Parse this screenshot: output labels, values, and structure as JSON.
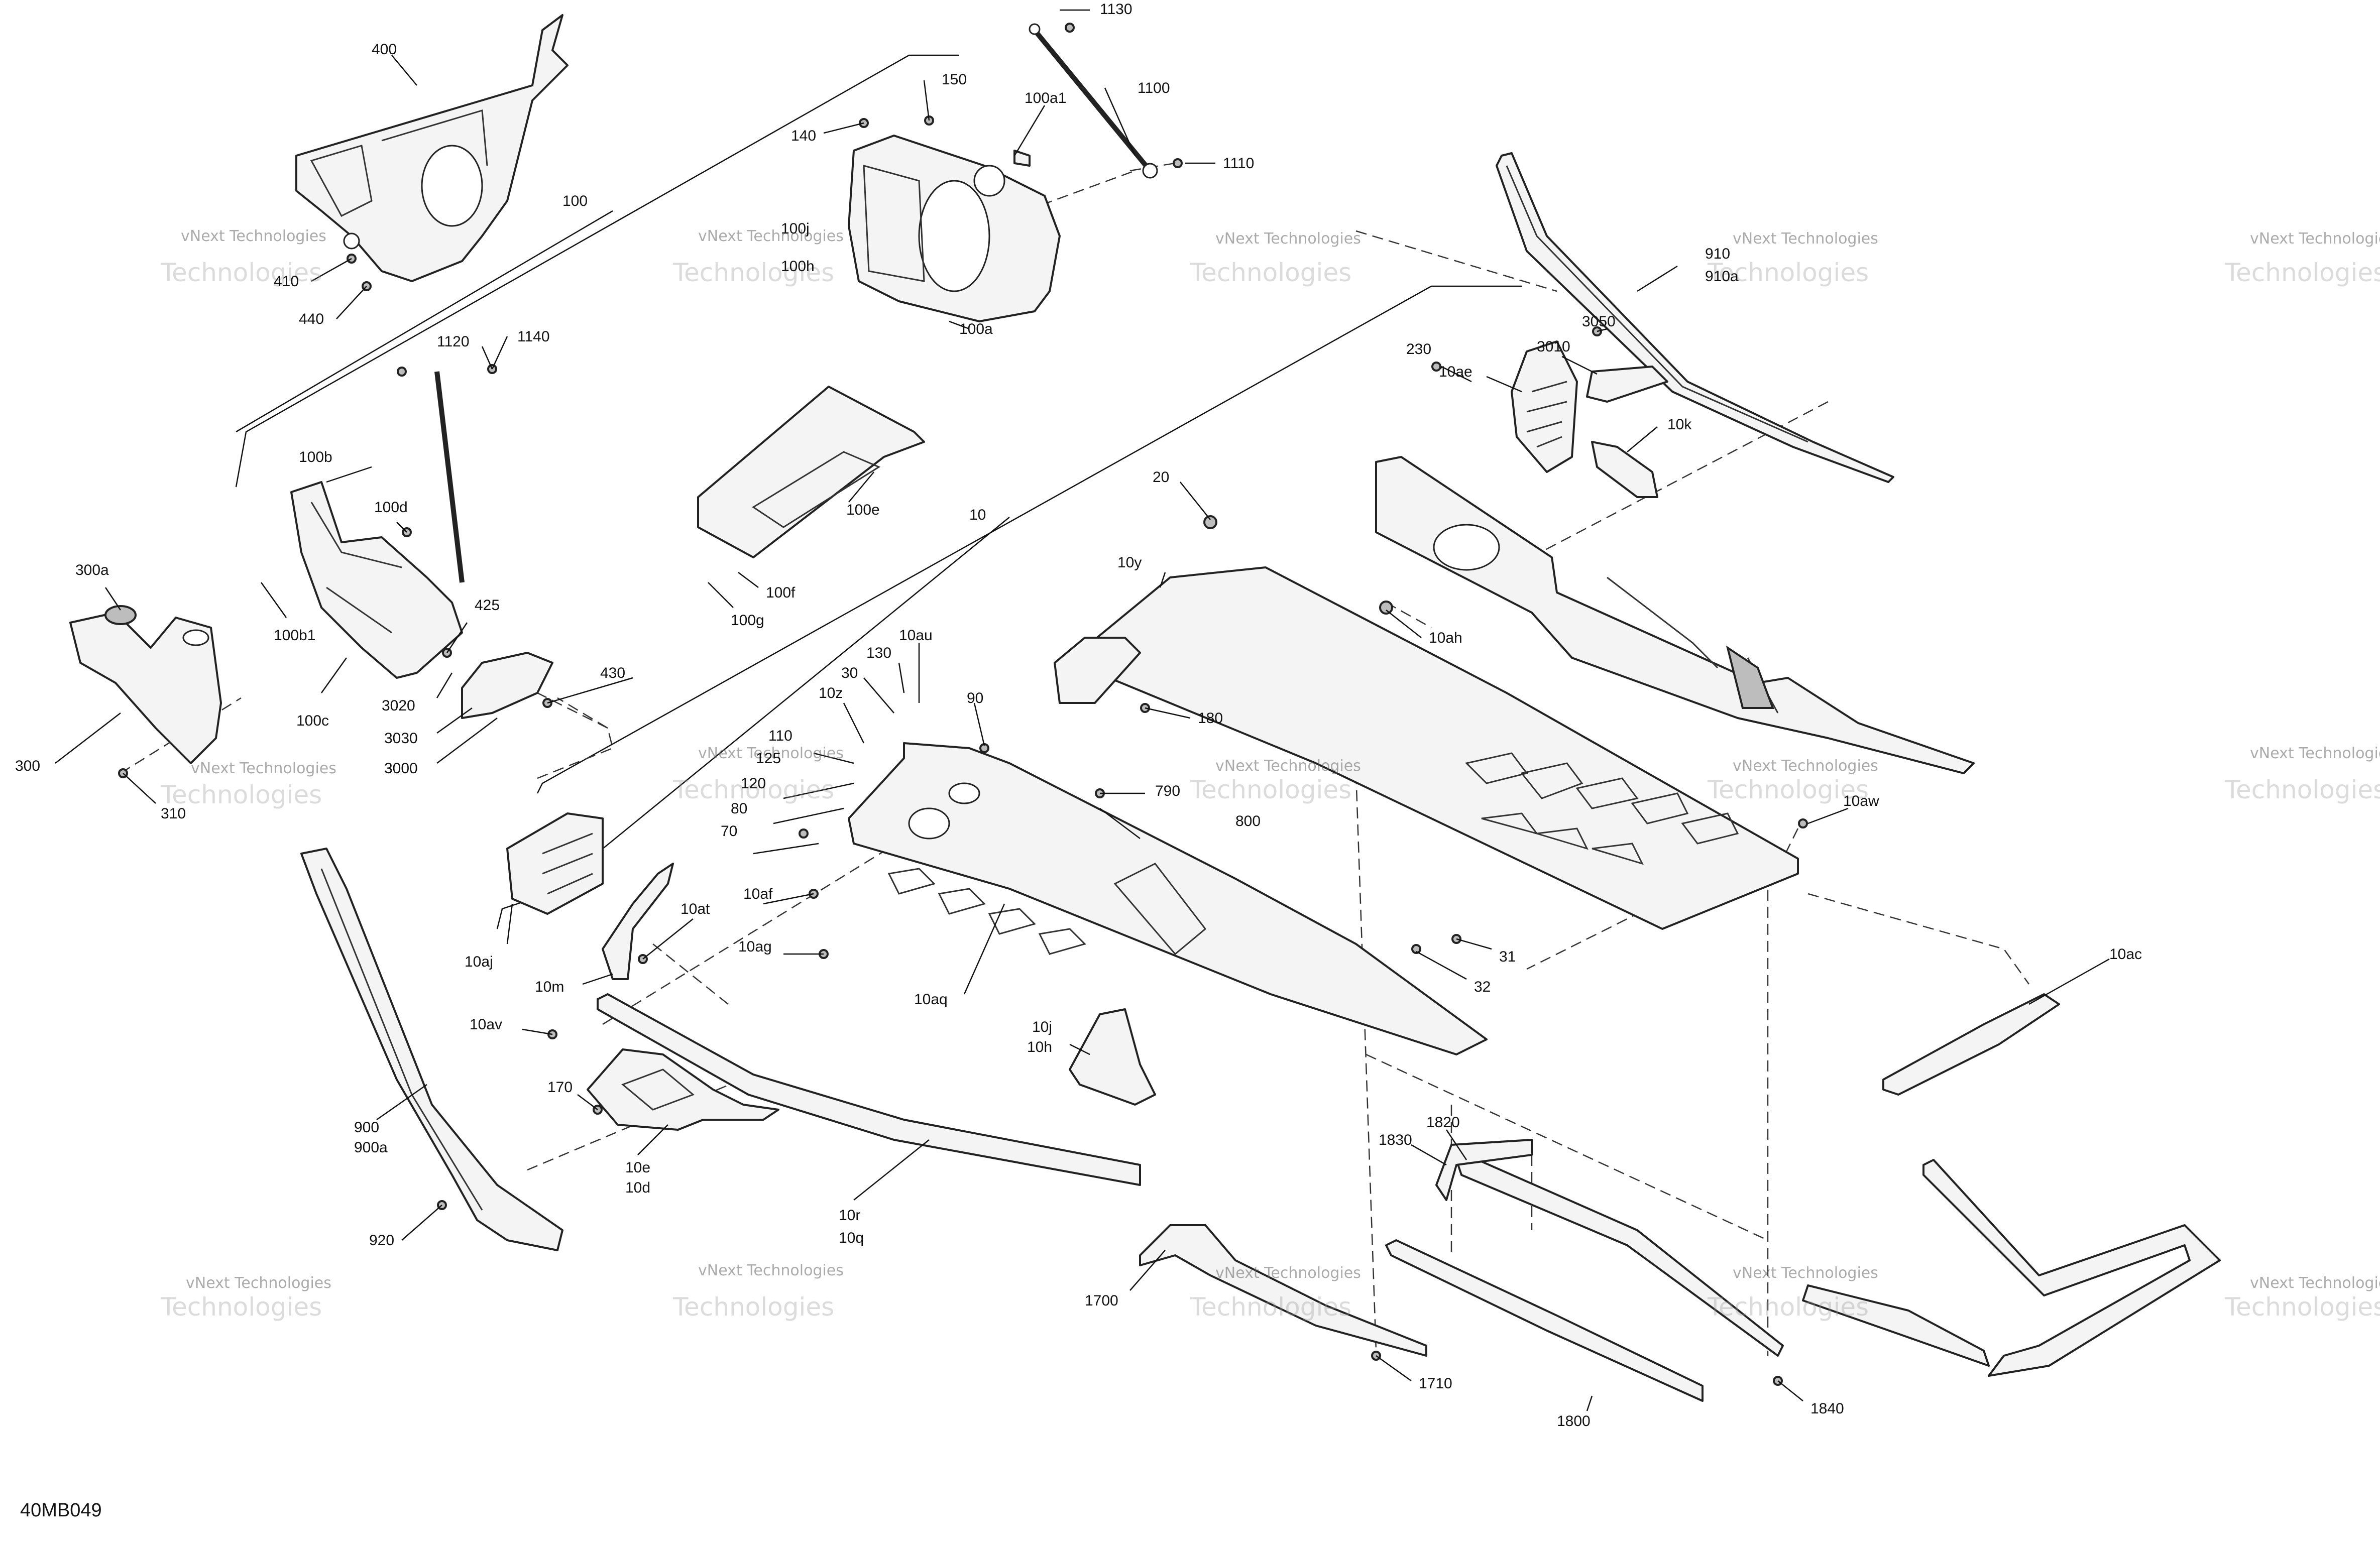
{
  "diagram_code": "40MB049",
  "watermark": {
    "line1": "vNext Technologies",
    "line2": "Technologies",
    "line0": "vNext"
  },
  "callouts": {
    "c1130": "1130",
    "c1100": "1100",
    "c1110": "1110",
    "c150": "150",
    "c140": "140",
    "c100a1": "100a1",
    "c100j": "100j",
    "c100h": "100h",
    "c100a": "100a",
    "c400": "400",
    "c100": "100",
    "c410": "410",
    "c440": "440",
    "c910": "910",
    "c910a": "910a",
    "c3050": "3050",
    "c3010": "3010",
    "c230": "230",
    "c10ae": "10ae",
    "c10k": "10k",
    "c1120": "1120",
    "c1140": "1140",
    "c100b": "100b",
    "c100d": "100d",
    "c300a": "300a",
    "c100b1": "100b1",
    "c100c": "100c",
    "c425": "425",
    "c430": "430",
    "c3020": "3020",
    "c3030": "3030",
    "c3000": "3000",
    "c300": "300",
    "c310": "310",
    "c100e": "100e",
    "c100f": "100f",
    "c100g": "100g",
    "c10": "10",
    "c20": "20",
    "c10y": "10y",
    "c10ah": "10ah",
    "c180": "180",
    "c130": "130",
    "c10au": "10au",
    "c30": "30",
    "c10z": "10z",
    "c90": "90",
    "c110": "110",
    "c125": "125",
    "c120": "120",
    "c80": "80",
    "c70": "70",
    "c10af": "10af",
    "c790": "790",
    "c800": "800",
    "c10ag": "10ag",
    "c10aq": "10aq",
    "c10aw": "10aw",
    "c10at": "10at",
    "c10aj": "10aj",
    "c10m": "10m",
    "c31": "31",
    "c32": "32",
    "c10av": "10av",
    "c10ac": "10ac",
    "c10j": "10j",
    "c10h": "10h",
    "c170": "170",
    "c10e": "10e",
    "c10d": "10d",
    "c10r": "10r",
    "c10q": "10q",
    "c900": "900",
    "c900a": "900a",
    "c920": "920",
    "c1820": "1820",
    "c1830": "1830",
    "c1700": "1700",
    "c1710": "1710",
    "c1800": "1800",
    "c1840": "1840"
  }
}
